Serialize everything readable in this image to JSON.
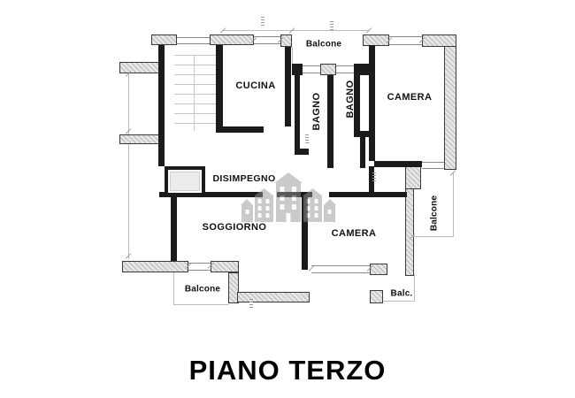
{
  "title": {
    "text": "PIANO TERZO"
  },
  "plan": {
    "rooms": {
      "cucina": {
        "label": "CUCINA"
      },
      "bagno_1": {
        "label": "BAGNO"
      },
      "bagno_2": {
        "label": "BAGNO"
      },
      "camera_top": {
        "label": "CAMERA"
      },
      "disimpegno": {
        "label": "DISIMPEGNO"
      },
      "soggiorno": {
        "label": "SOGGIORNO"
      },
      "camera_bottom": {
        "label": "CAMERA"
      }
    },
    "balconies": {
      "top": {
        "label": "Balcone"
      },
      "right": {
        "label": "Balcone"
      },
      "bottom_left": {
        "label": "Balcone"
      },
      "bottom_right": {
        "label": "Balc."
      }
    },
    "colors": {
      "wall": "#1b1b1b",
      "hatched_wall_fill": "#e6e6e6",
      "thin_line": "#bdbdbd",
      "watermark_gray": "#969696",
      "text": "#111111"
    }
  }
}
